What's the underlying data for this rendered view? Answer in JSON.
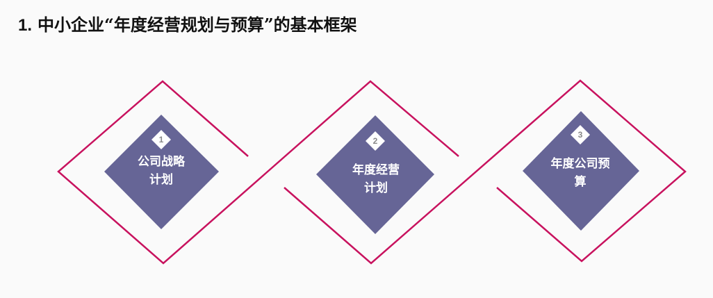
{
  "title": {
    "number": "1.",
    "text": "中小企业“年度经营规划与预算”的基本框架"
  },
  "colors": {
    "accent_line": "#c8125e",
    "step_fill": "#666596",
    "badge_fill": "#ffffff"
  },
  "steps": [
    {
      "number": "1",
      "label": "公司战略计划"
    },
    {
      "number": "2",
      "label": "年度经营计划"
    },
    {
      "number": "3",
      "label": "年度公司预算"
    }
  ]
}
